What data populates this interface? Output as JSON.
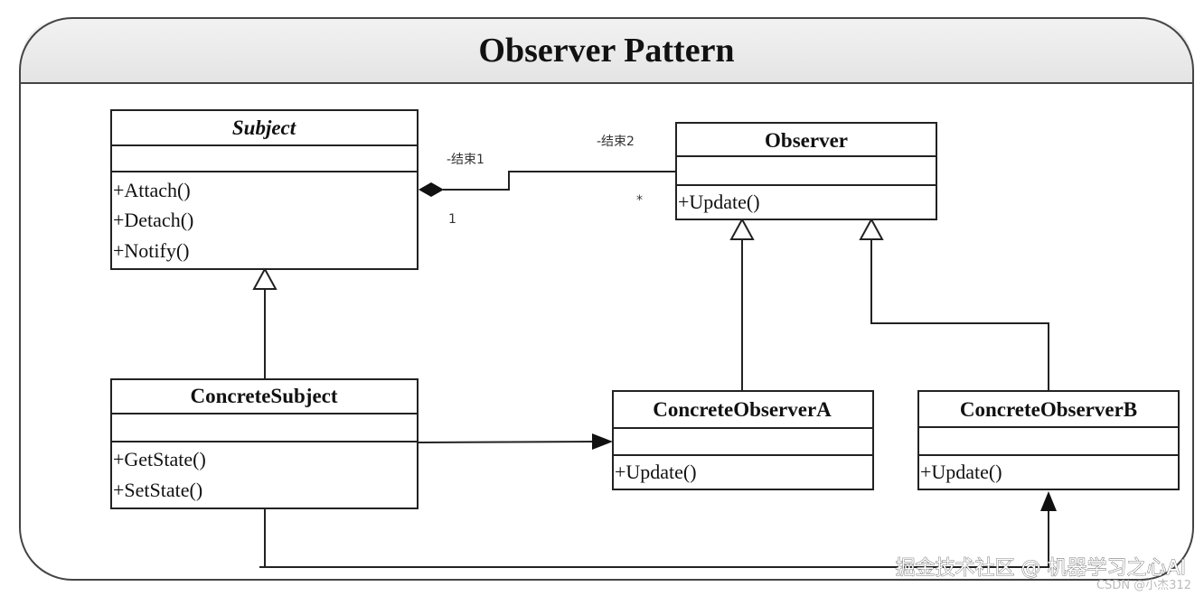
{
  "frame": {
    "title": "Observer Pattern"
  },
  "classes": {
    "subject": {
      "name": "Subject",
      "methods": [
        "+Attach()",
        "+Detach()",
        "+Notify()"
      ]
    },
    "observer": {
      "name": "Observer",
      "methods": [
        "+Update()"
      ]
    },
    "concrete_subject": {
      "name": "ConcreteSubject",
      "methods": [
        "+GetState()",
        "+SetState()"
      ]
    },
    "concrete_observer_a": {
      "name": "ConcreteObserverA",
      "methods": [
        "+Update()"
      ]
    },
    "concrete_observer_b": {
      "name": "ConcreteObserverB",
      "methods": [
        "+Update()"
      ]
    }
  },
  "association": {
    "role_end1": "-结束1",
    "role_end2": "-结束2",
    "mult_end1": "1",
    "mult_end2": "*"
  },
  "watermark": {
    "main": "掘金技术社区 @ 机器学习之心AI",
    "sub": "CSDN @小杰312"
  }
}
